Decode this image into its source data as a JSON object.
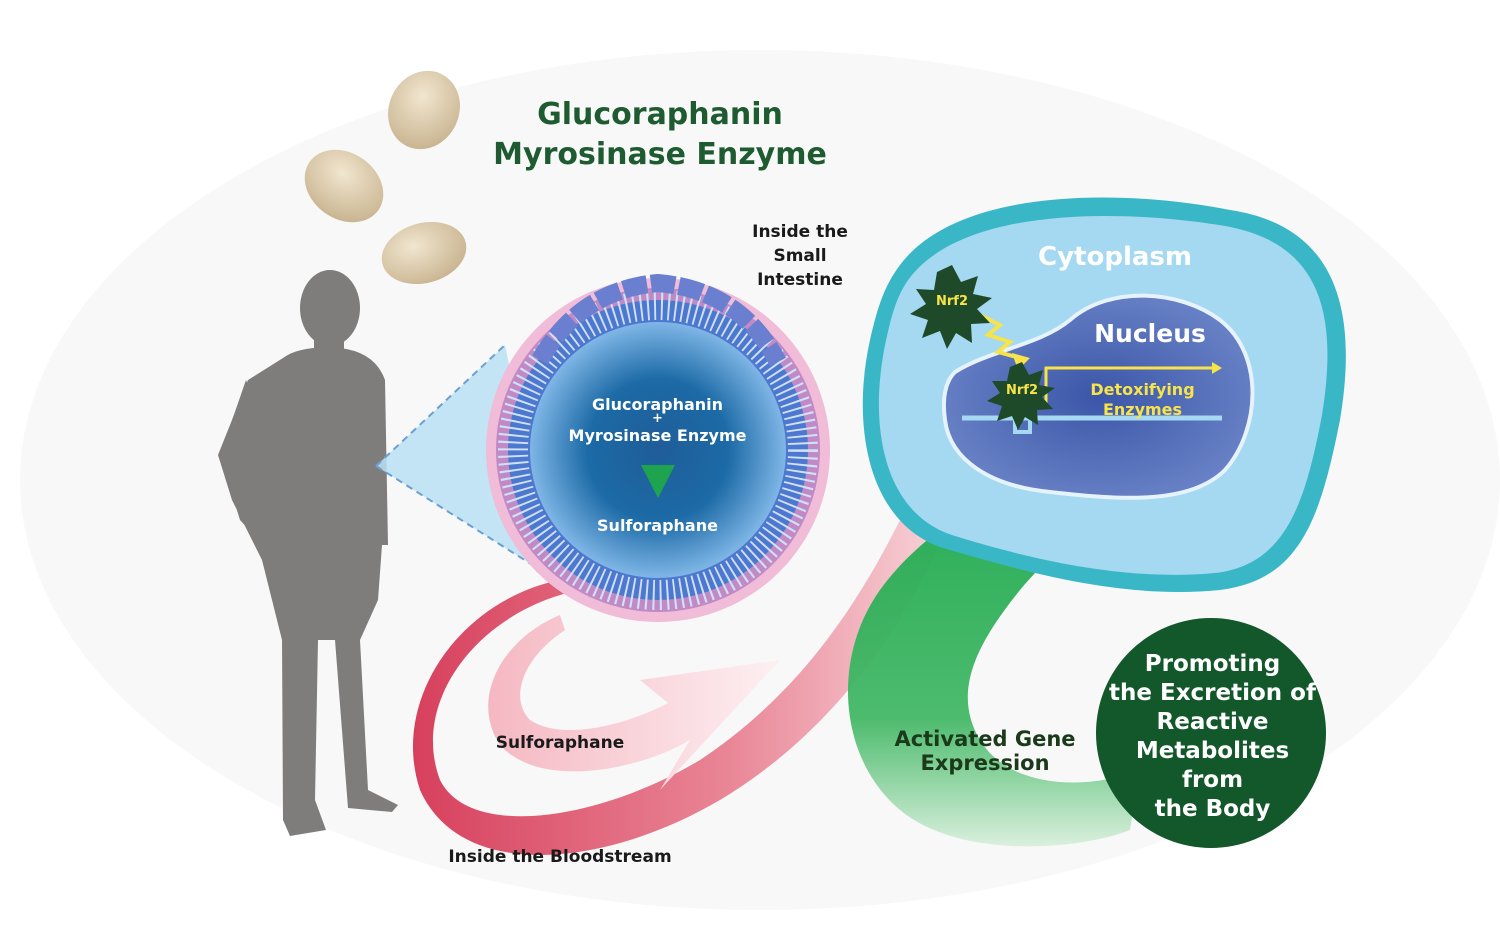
{
  "title": {
    "line1": "Glucoraphanin",
    "line2": "Myrosinase Enzyme"
  },
  "intestine": {
    "label": "Inside the\nSmall\nIntestine",
    "line1": "Inside the",
    "line2": "Small",
    "line3": "Intestine",
    "reaction_top": "Glucoraphanin",
    "reaction_plus": "+",
    "reaction_bottom": "Myrosinase Enzyme",
    "product": "Sulforaphane"
  },
  "bloodstream": {
    "label": "Inside the Bloodstream",
    "arrow_label": "Sulforaphane"
  },
  "cell": {
    "cytoplasm": "Cytoplasm",
    "nucleus": "Nucleus",
    "factor_outside": "Nrf2",
    "factor_inside": "Nrf2",
    "detox": "Detoxifying Enzymes"
  },
  "gene_expression": {
    "line1": "Activated Gene",
    "line2": "Expression"
  },
  "outcome": {
    "line1": "Promoting",
    "line2": "the Excretion of",
    "line3": "Reactive",
    "line4": "Metabolites",
    "line5": "from",
    "line6": "the Body"
  },
  "colors": {
    "title_green": "#1e5b30",
    "silhouette": "#7f7d7c",
    "intestine_blue": "#2c6aab",
    "intestine_pink": "#f0bcd8",
    "cell_cyan": "#39b7c6",
    "cytoplasm_blue": "#a5d8f1",
    "nucleus_blue": "#3c57a8",
    "blood_red": "#d8455e",
    "gene_green": "#1aa84d",
    "outcome_green": "#13582a",
    "nrf2_dark": "#1f4a2a",
    "highlight_yellow": "#f7e34a"
  }
}
